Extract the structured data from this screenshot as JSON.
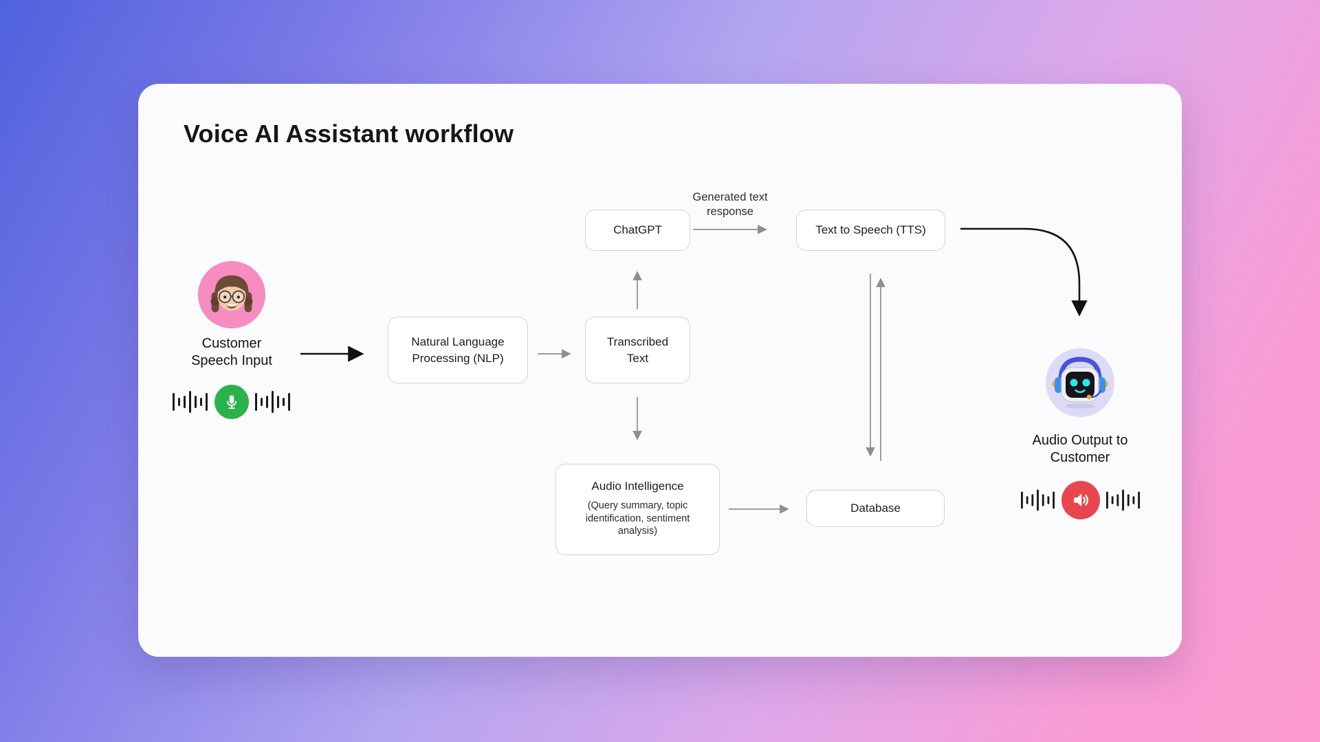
{
  "title": "Voice AI Assistant workflow",
  "nodes": {
    "customer": {
      "label": "Customer Speech Input"
    },
    "nlp": {
      "label": "Natural Language Processing (NLP)"
    },
    "transcribed_text": {
      "label": "Transcribed Text"
    },
    "chatgpt": {
      "label": "ChatGPT"
    },
    "tts": {
      "label": "Text to Speech (TTS)"
    },
    "audio_intelligence": {
      "title": "Audio Intelligence",
      "subtitle": "(Query summary, topic identification, sentiment analysis)"
    },
    "database": {
      "label": "Database"
    },
    "audio_output": {
      "label": "Audio Output to Customer"
    }
  },
  "edge_labels": {
    "chatgpt_to_tts": "Generated text response"
  },
  "icons": {
    "customer_avatar": "girl-memoji-avatar-icon",
    "microphone": "mic-icon",
    "input_waveform": "waveform-icon",
    "robot_avatar": "robot-assistant-avatar-icon",
    "speaker": "speaker-icon",
    "output_waveform": "waveform-icon"
  },
  "colors": {
    "mic_button": "#2BB24C",
    "speaker_button": "#E8464F",
    "avatar_circle": "#F78CC3",
    "robot_circle": "#DCDBF7",
    "arrow_gray": "#8E8E8E",
    "arrow_black": "#111111",
    "box_border": "#D3D3D8",
    "card_background": "#FBFBFD",
    "background_gradient": [
      "#5062DD",
      "#B2A5F0",
      "#FB9BD1"
    ]
  }
}
